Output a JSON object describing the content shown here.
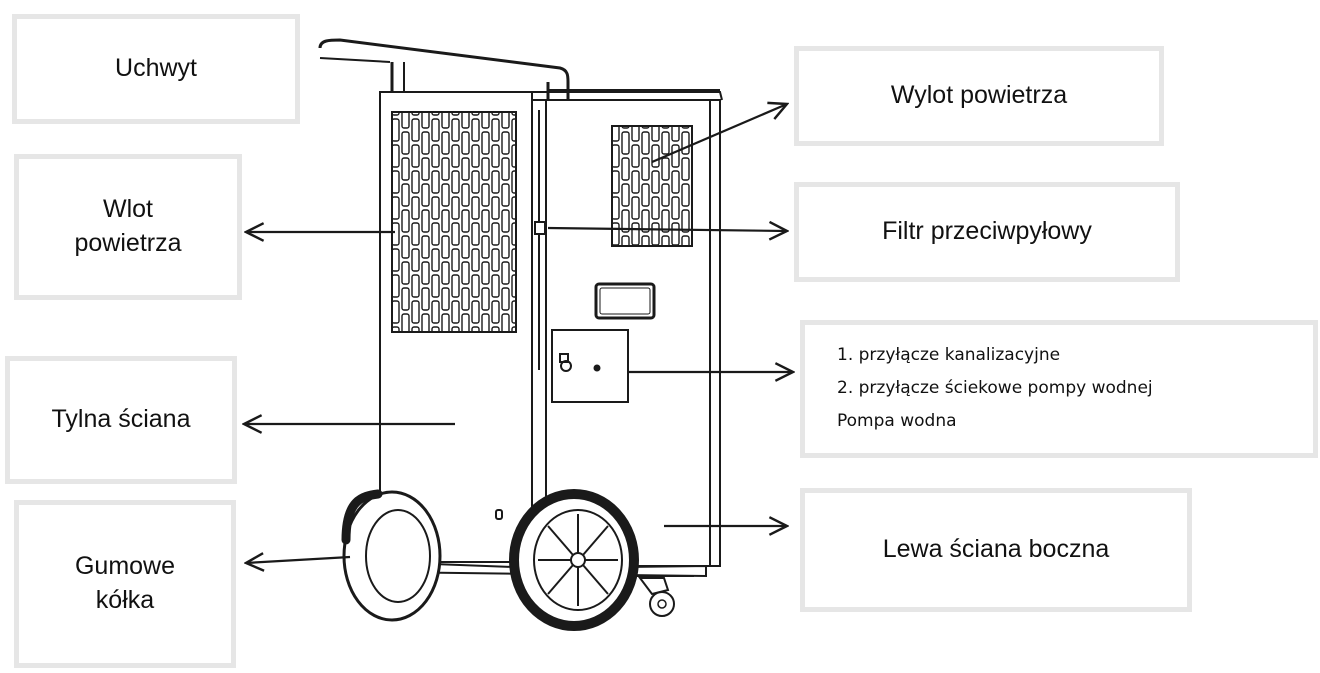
{
  "labels": {
    "handle": "Uchwyt",
    "air_inlet_line1": "Wlot",
    "air_inlet_line2": "powietrza",
    "back_wall": "Tylna ściana",
    "rubber_wheels_line1": "Gumowe",
    "rubber_wheels_line2": "kółka",
    "air_outlet": "Wylot powietrza",
    "dust_filter": "Filtr przeciwpyłowy",
    "connections": [
      "1. przyłącze kanalizacyjne",
      "2. przyłącze ściekowe pompy wodnej",
      "Pompa wodna"
    ],
    "left_side_wall": "Lewa ściana boczna"
  },
  "colors": {
    "box_border": "#e6e6e6",
    "line": "#1a1a1a",
    "text": "#111111"
  }
}
